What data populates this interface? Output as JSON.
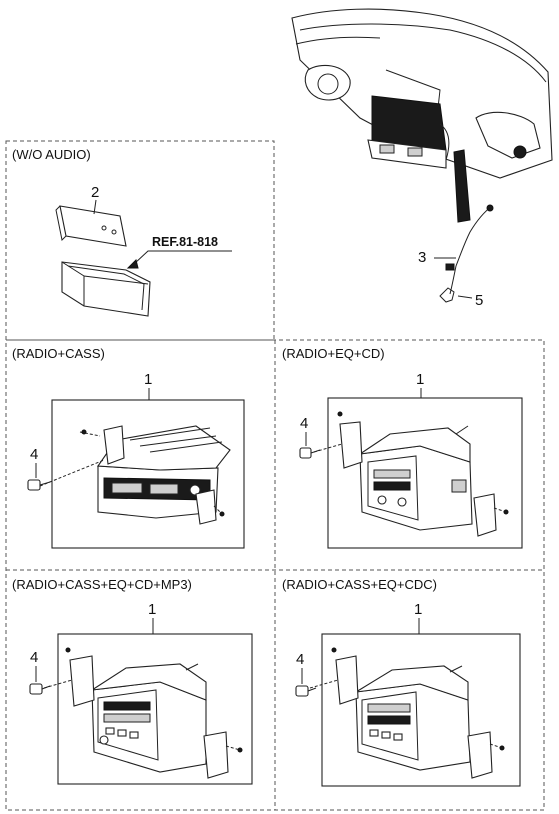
{
  "sections": [
    {
      "id": "wo-audio",
      "title": "(W/O AUDIO)"
    },
    {
      "id": "radio-cass",
      "title": "(RADIO+CASS)"
    },
    {
      "id": "radio-eq-cd",
      "title": "(RADIO+EQ+CD)"
    },
    {
      "id": "radio-cass-eq-cd-mp3",
      "title": "(RADIO+CASS+EQ+CD+MP3)"
    },
    {
      "id": "radio-cass-eq-cdc",
      "title": "(RADIO+CASS+EQ+CDC)"
    }
  ],
  "reference": "REF.81-818",
  "callouts": {
    "one": "1",
    "two": "2",
    "three": "3",
    "four": "4",
    "five": "5"
  }
}
